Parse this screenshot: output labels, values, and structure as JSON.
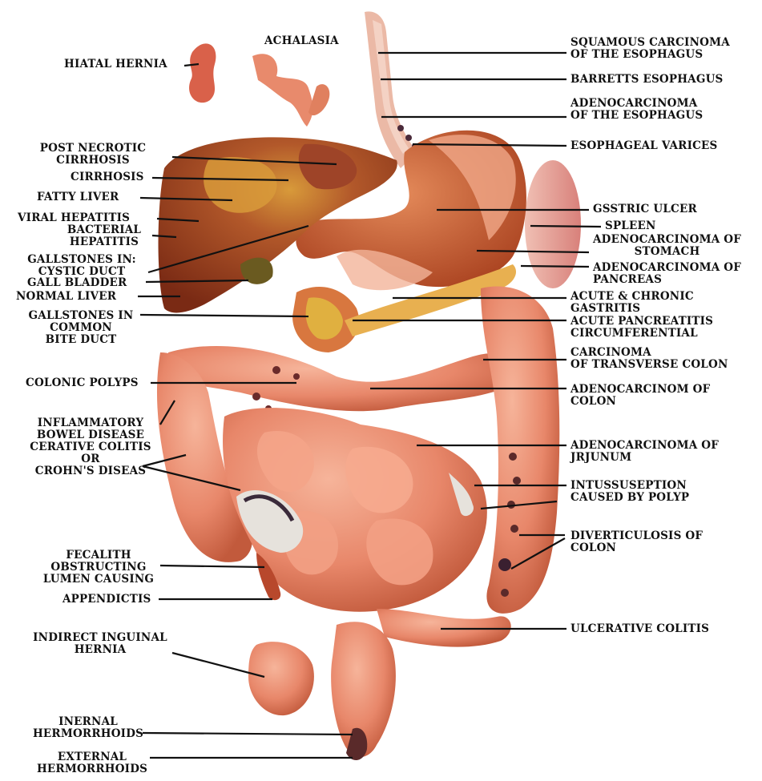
{
  "labels": {
    "hiatal_hernia": "HIATAL HERNIA",
    "achalasia": "ACHALASIA",
    "squamous_carcinoma": [
      "SQUAMOUS CARCINOMA",
      "OF THE ESOPHAGUS"
    ],
    "barretts": "BARRETTS ESOPHAGUS",
    "adenocarcinoma_esophagus": [
      "ADENOCARCINOMA",
      "OF THE ESOPHAGUS"
    ],
    "esophageal_varices": "ESOPHAGEAL VARICES",
    "post_necrotic": [
      "POST NECROTIC",
      "CIRRHOSIS"
    ],
    "cirrhosis": "CIRRHOSIS",
    "fatty_liver": "FATTY LIVER",
    "viral_hepatitis": "VIRAL HEPATITIS",
    "bacterial_hepatitis": [
      "BACTERIAL",
      "HEPATITIS"
    ],
    "gallstones_cystic": [
      "GALLSTONES IN:",
      "CYSTIC DUCT"
    ],
    "gall_bladder": "GALL BLADDER",
    "normal_liver": "NORMAL LIVER",
    "gallstones_common": [
      "GALLSTONES IN",
      "COMMON",
      "BITE DUCT"
    ],
    "gastric_ulcer": "GSSTRIC ULCER",
    "spleen": "SPLEEN",
    "adenocarcinoma_stomach": [
      "ADENOCARCINOMA OF",
      "STOMACH"
    ],
    "adenocarcinoma_pancreas": [
      "ADENOCARCINOMA OF",
      "PANCREAS"
    ],
    "gastritis": [
      "ACUTE & CHRONIC",
      "GASTRITIS"
    ],
    "pancreatitis": [
      "ACUTE PANCREATITIS",
      "CIRCUMFERENTIAL"
    ],
    "carcinoma_transverse": [
      "CARCINOMA",
      "OF TRANSVERSE COLON"
    ],
    "colonic_polyps": "COLONIC POLYPS",
    "adenocarcinoma_colon": [
      "ADENOCARCINOM OF",
      "COLON"
    ],
    "ibd": [
      "INFLAMMATORY",
      "BOWEL DISEASE",
      "CERATIVE COLITIS",
      "OR",
      "CROHN'S DISEAS"
    ],
    "adenocarcinoma_jejunum": [
      "ADENOCARCINOMA OF",
      "JRJUNUM"
    ],
    "intussusception": [
      "INTUSSUSEPTION",
      "CAUSED BY POLYP"
    ],
    "diverticulosis": [
      "DIVERTICULOSIS OF",
      "COLON"
    ],
    "fecalith": [
      "FECALITH",
      "OBSTRUCTING",
      "LUMEN CAUSING"
    ],
    "appendicitis": "APPENDICTIS",
    "ulcerative_colitis": "ULCERATIVE COLITIS",
    "inguinal_hernia": [
      "INDIRECT INGUINAL",
      "HERNIA"
    ],
    "internal_hemorrhoids": [
      "INERNAL",
      "HERMORRHOIDS"
    ],
    "external_hemorrhoids": [
      "EXTERNAL",
      "HERMORRHOIDS"
    ]
  },
  "colors": {
    "liver": "#9b3a1c",
    "liver_fatty": "#d09030",
    "stomach": "#c9592f",
    "intestine": "#e8876a",
    "intestine_dark": "#c25a3c",
    "colon": "#e48a6c",
    "pancreas": "#e0b040",
    "spleen": "#e29a8c",
    "label_line": "#111111"
  }
}
